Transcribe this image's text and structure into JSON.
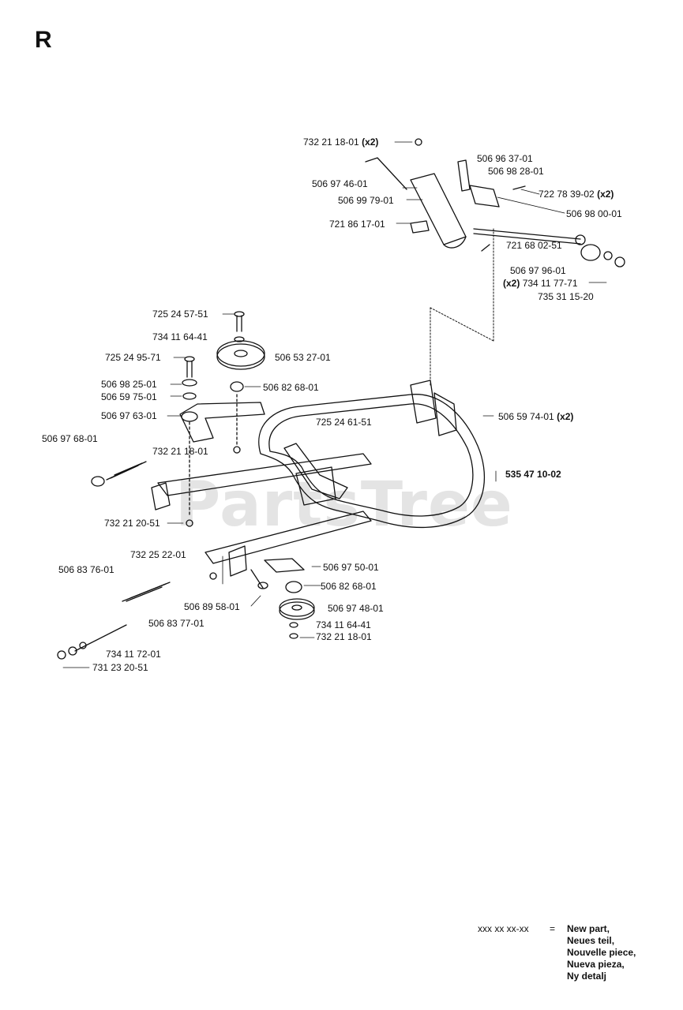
{
  "section_letter": "R",
  "watermark": "PartsTree",
  "parts": {
    "p01": {
      "number": "732 21 18-01",
      "qty": "(x2)"
    },
    "p02": {
      "number": "506 96 37-01"
    },
    "p03": {
      "number": "506 98 28-01"
    },
    "p04": {
      "number": "506 97 46-01"
    },
    "p05": {
      "number": "722 78 39-02",
      "qty": "(x2)"
    },
    "p06": {
      "number": "506 99 79-01"
    },
    "p07": {
      "number": "506 98 00-01"
    },
    "p08": {
      "number": "721 86 17-01"
    },
    "p09": {
      "number": "721 68 02-51"
    },
    "p10": {
      "number": "506 97 96-01"
    },
    "p11": {
      "number": "734 11 77-71",
      "qty": "(x2)"
    },
    "p12": {
      "number": "735 31 15-20"
    },
    "p13": {
      "number": "725 24 57-51"
    },
    "p14": {
      "number": "734 11 64-41"
    },
    "p15": {
      "number": "725 24 95-71"
    },
    "p16": {
      "number": "506 53 27-01"
    },
    "p17": {
      "number": "506 98 25-01"
    },
    "p18": {
      "number": "506 82 68-01"
    },
    "p19": {
      "number": "506 59 75-01"
    },
    "p20": {
      "number": "506 97 63-01"
    },
    "p21": {
      "number": "506 59 74-01",
      "qty": "(x2)"
    },
    "p22": {
      "number": "725 24 61-51"
    },
    "p23": {
      "number": "506 97 68-01"
    },
    "p24": {
      "number": "732 21 18-01"
    },
    "p25": {
      "number": "535 47 10-02"
    },
    "p26": {
      "number": "732 21 20-51"
    },
    "p27": {
      "number": "732 25 22-01"
    },
    "p28": {
      "number": "506 83 76-01"
    },
    "p29": {
      "number": "506 97 50-01"
    },
    "p30": {
      "number": "506 82 68-01"
    },
    "p31": {
      "number": "506 89 58-01"
    },
    "p32": {
      "number": "506 97 48-01"
    },
    "p33": {
      "number": "506 83 77-01"
    },
    "p34": {
      "number": "734 11 64-41"
    },
    "p35": {
      "number": "732 21 18-01"
    },
    "p36": {
      "number": "734 11 72-01"
    },
    "p37": {
      "number": "731 23 20-51"
    }
  },
  "legend": {
    "code": "xxx xx xx-xx",
    "equals": "=",
    "lines": [
      "New part,",
      "Neues teil,",
      "Nouvelle piece,",
      "Nueva pieza,",
      "Ny detalj"
    ]
  }
}
